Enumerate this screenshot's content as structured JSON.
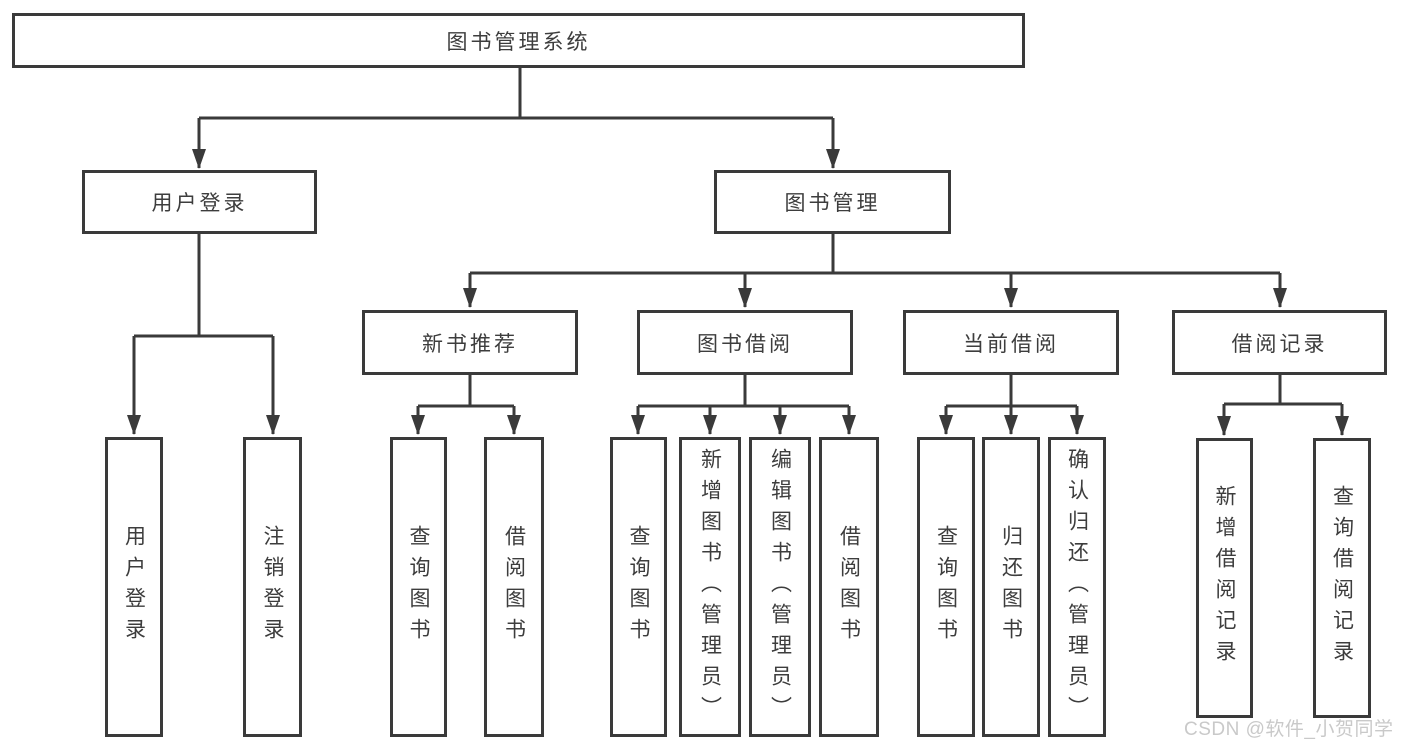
{
  "diagram_type": "hierarchy-tree",
  "tree": {
    "root": {
      "label": "图书管理系统"
    },
    "branches": [
      {
        "label": "用户登录",
        "children": [
          {
            "label": "用户登录"
          },
          {
            "label": "注销登录"
          }
        ]
      },
      {
        "label": "图书管理",
        "children": [
          {
            "label": "新书推荐",
            "children": [
              {
                "label": "查询图书"
              },
              {
                "label": "借阅图书"
              }
            ]
          },
          {
            "label": "图书借阅",
            "children": [
              {
                "label": "查询图书"
              },
              {
                "label": "新增图书（管理员）"
              },
              {
                "label": "编辑图书（管理员）"
              },
              {
                "label": "借阅图书"
              }
            ]
          },
          {
            "label": "当前借阅",
            "children": [
              {
                "label": "查询图书"
              },
              {
                "label": "归还图书"
              },
              {
                "label": "确认归还（管理员）"
              }
            ]
          },
          {
            "label": "借阅记录",
            "children": [
              {
                "label": "新增借阅记录"
              },
              {
                "label": "查询借阅记录"
              }
            ]
          }
        ]
      }
    ]
  },
  "watermark": {
    "text": "CSDN @软件_小贺同学"
  },
  "colors": {
    "line": "#3a3a3a",
    "box_border": "#3a3a3a",
    "text": "#3d3d3d",
    "bg": "#ffffff",
    "watermark": "#c7c7c7"
  }
}
